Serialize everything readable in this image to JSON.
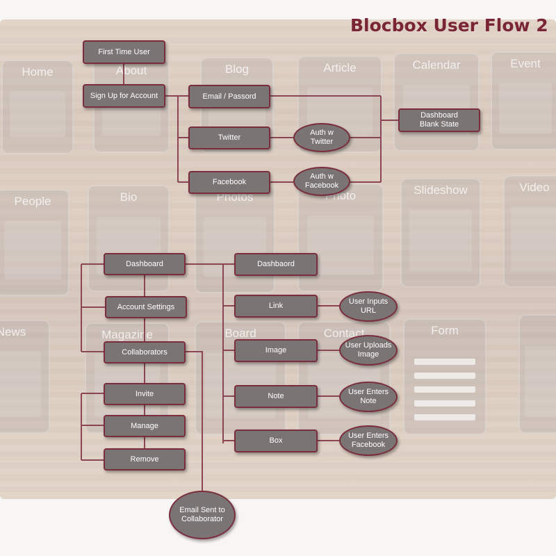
{
  "title": "Blocbox User Flow 2",
  "colors": {
    "node_fill": "#7b7475",
    "node_border": "#7a2e3d",
    "connector": "#8a4654",
    "title": "#7a2535"
  },
  "background_mockups": [
    "Home",
    "About",
    "Blog",
    "Article",
    "Calendar",
    "Event",
    "People",
    "Bio",
    "Photos",
    "Photo",
    "Slideshow",
    "Video",
    "News",
    "Magazine",
    "Board",
    "Contact",
    "Form"
  ],
  "nodes": {
    "first_time_user": "First Time User",
    "sign_up": "Sign Up for Account",
    "email_password": "Email / Passord",
    "twitter": "Twitter",
    "facebook": "Facebook",
    "auth_twitter": "Auth w\nTwitter",
    "auth_facebook": "Auth w\nFacebook",
    "dashboard_blank": "Dashboard\nBlank State",
    "dashboard": "Dashboard",
    "account_settings": "Account Settings",
    "collaborators": "Collaborators",
    "invite": "Invite",
    "manage": "Manage",
    "remove": "Remove",
    "email_sent": "Email Sent to\nCollaborator",
    "dashbaord": "Dashbaord",
    "link": "Link",
    "image": "Image",
    "note": "Note",
    "box": "Box",
    "user_inputs_url": "User Inputs\nURL",
    "user_uploads_image": "User Uploads\nImage",
    "user_enters_note": "User Enters\nNote",
    "user_enters_box": "User Enters\nFacebook"
  }
}
